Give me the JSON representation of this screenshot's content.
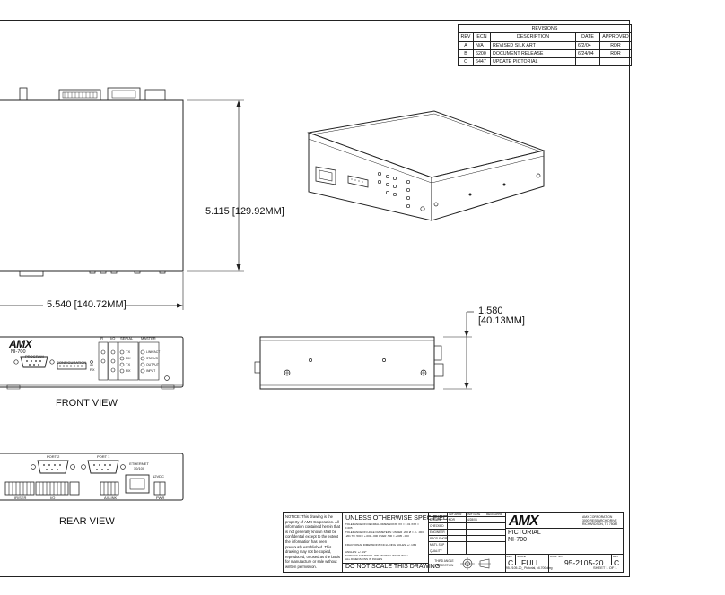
{
  "revisions": {
    "title": "REVISIONS",
    "headers": [
      "REV",
      "ECN",
      "DESCRIPTION",
      "DATE",
      "APPROVED"
    ],
    "rows": [
      [
        "A",
        "N/A",
        "REVISED SILK ART",
        "6/2/04",
        "RDR"
      ],
      [
        "B",
        "6200",
        "DOCUMENT RELEASE",
        "6/24/04",
        "RDR"
      ],
      [
        "C",
        "6447",
        "UPDATE PICTORIAL",
        "",
        ""
      ]
    ]
  },
  "dimensions": {
    "height": "5.115 [129.92MM]",
    "width": "5.540 [140.72MM]",
    "depth_inches": "1.580",
    "depth_mm": "[40.13MM]"
  },
  "views": {
    "front": "FRONT VIEW",
    "rear": "REAR VIEW"
  },
  "front_panel": {
    "brand": "AMX",
    "model": "NI-700",
    "program_label": "PROGRAM",
    "config_label": "CONFIGURATION",
    "ir_label": "IR",
    "io_label": "I/O",
    "serial_label": "SERIAL",
    "master_label": "MASTER",
    "serial_leds": [
      "TX",
      "RX",
      "TX",
      "RX"
    ],
    "master_leds": [
      "LINK/ACT",
      "STATUS",
      "OUTPUT",
      "INPUT"
    ],
    "ir_rx": "IR RX"
  },
  "rear_panel": {
    "port2": "PORT 2",
    "port1": "PORT 1",
    "ethernet": "ETHERNET 10/100",
    "power": "12VDC",
    "bottom_labels": [
      "IR/SER",
      "I/O",
      "AXLINK",
      "PWR"
    ]
  },
  "notice": "NOTICE: This drawing is the property of AMX Corporation. All information contained herein that is not generally known shall be confidential except to the extent the information has been previously established. This drawing may not be copied, reproduced, or used as the basis for manufacture or sale without written permission.",
  "title_block": {
    "unless": "UNLESS OTHERWISE SPECIFIED:",
    "tol_decimal": "TOLERANCE ON DECIMAL DIMENSIONS:  XX = ±.01   XXX = ±.005",
    "tol_hole": "TOLERANCE ON HOLE DIAMETERS:  UNDER .200 Ø = +/- .003   .201 TO .500 = +.003 -.000   OVER .500 = +.005 -.000",
    "tol_fraction": "FRACTIONAL DIMENSIONS INCLUDING HOLES: +/- 1/64",
    "angles": "ANGLES: +/- 1/2°",
    "surface": "SURFACE FLATNESS .005 TIR PER LINEAR INCH",
    "units": "ALL DIMENSIONS IN INCHES",
    "do_not_scale": "DO NOT SCALE THIS DRAWING",
    "roles": [
      "DRAWN",
      "CHECKED",
      "ENGINEER",
      "PROD ENGR",
      "MAT'L SUP",
      "QUALITY"
    ],
    "col_headers": [
      "INIT APPR",
      "INIT DATE",
      "RECD APPR"
    ],
    "drawn_by": "RDR",
    "drawn_date": "4/28/04",
    "projection": "THIRD ANGLE PROJECTION",
    "company_logo": "AMX",
    "company": "AMX CORPORATION",
    "address1": "3000 RESEARCH DRIVE",
    "address2": "RICHARDSON, TX 75082",
    "title1": "PICTORIAL",
    "title2": "NI-700",
    "size_label": "SIZE",
    "size": "C",
    "scale_label": "SCALE",
    "scale": "FULL",
    "dwg_label": "DWG. NO.",
    "dwg_no": "95-2105-20",
    "rev_label": "REV",
    "rev": "C",
    "filename": "95-2105-20_ Pictorial, NI-700.dwg",
    "sheet": "SHEET  1 OF 1"
  }
}
